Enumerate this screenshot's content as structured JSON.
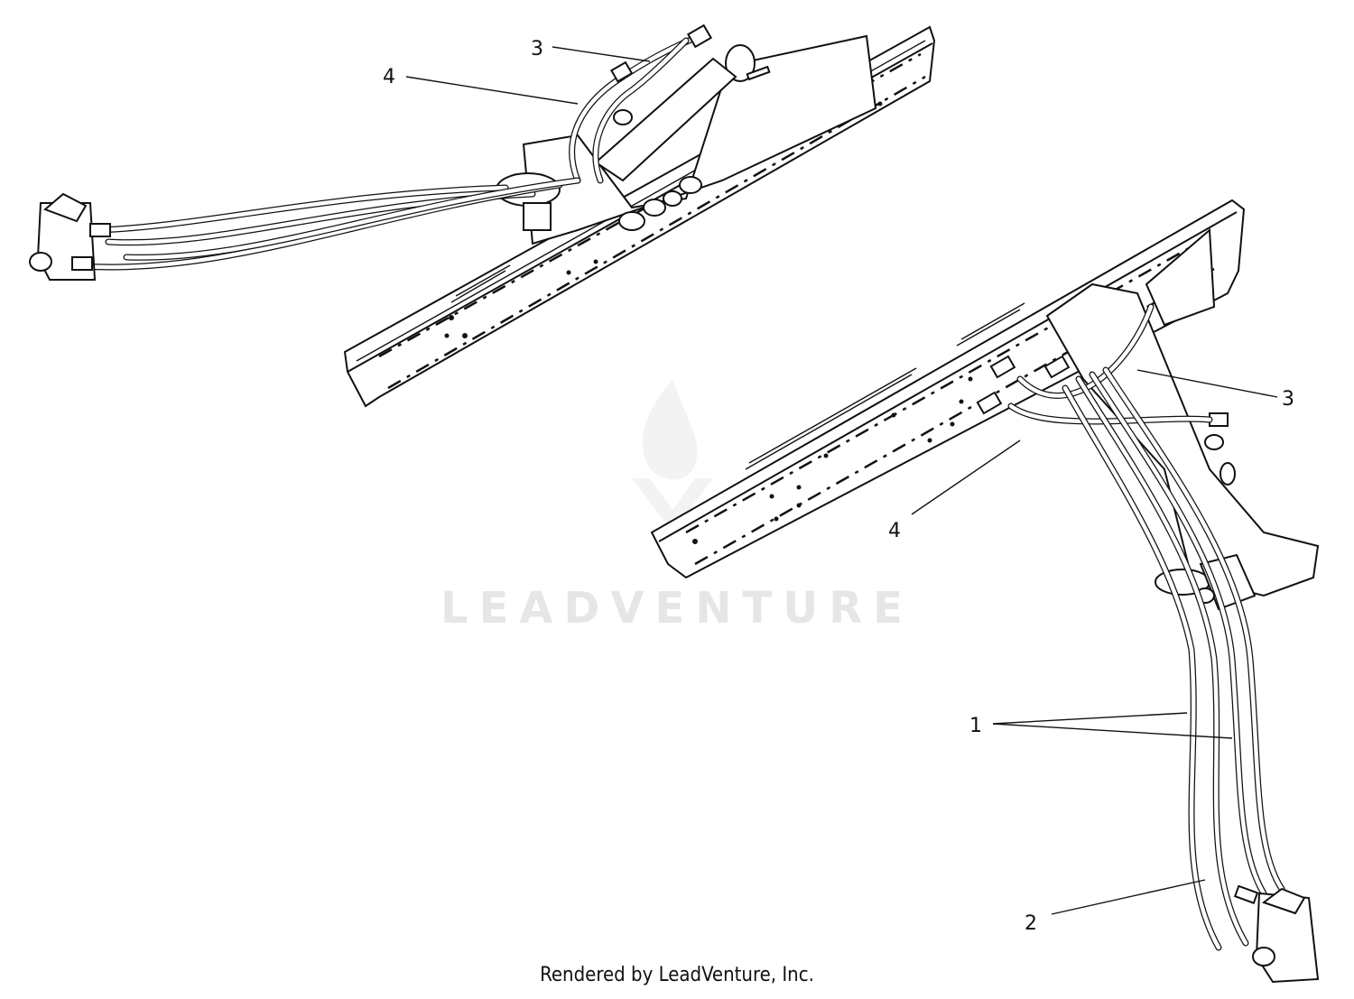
{
  "callouts": {
    "c3_top": "3",
    "c4_top": "4",
    "c3_right": "3",
    "c4_mid": "4",
    "c1": "1",
    "c2": "2"
  },
  "watermark": "LEADVENTURE",
  "footer": "Rendered by LeadVenture, Inc."
}
